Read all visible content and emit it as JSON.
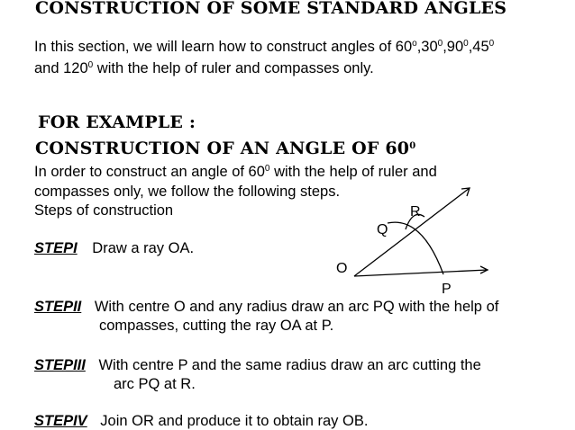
{
  "heading1": "CONSTRUCTION OF SOME STANDARD ANGLES",
  "intro": {
    "line1_text": "In this section, we will learn how to construct angles of 60",
    "line1_deg1": "o",
    "line1_mid": ",30",
    "line1_deg2": "0",
    "line1_mid2": ",90",
    "line1_deg3": "0",
    "line1_mid3": ",45",
    "line1_deg4": "0",
    "line2_pre": "and 120",
    "line2_deg": "0",
    "line2_post": " with the help of ruler and compasses only."
  },
  "heading2": "FOR EXAMPLE :",
  "heading3_text": "CONSTRUCTION OF AN ANGLE OF 60",
  "heading3_deg": "0",
  "para": {
    "line1_pre": "In order to construct an angle of 60",
    "line1_deg": "0",
    "line1_post": " with the help of ruler and",
    "line2": "compasses only, we follow the following steps.",
    "line3": "Steps of construction"
  },
  "figure": {
    "label_O": "O",
    "label_P": "P",
    "label_Q": "Q",
    "label_R": "R"
  },
  "steps": [
    {
      "label": "STEPI",
      "line1": "Draw a ray OA.",
      "line2": ""
    },
    {
      "label": "STEPII",
      "line1": "With centre O and any radius draw an arc PQ with the help of",
      "line2": "compasses, cutting the ray OA at P."
    },
    {
      "label": "STEPIII",
      "line1": "With centre P and the same radius draw an arc cutting the",
      "line2": "arc PQ at R."
    },
    {
      "label": "STEPIV",
      "line1": "Join OR and produce it to obtain ray OB.",
      "line2": ""
    }
  ]
}
